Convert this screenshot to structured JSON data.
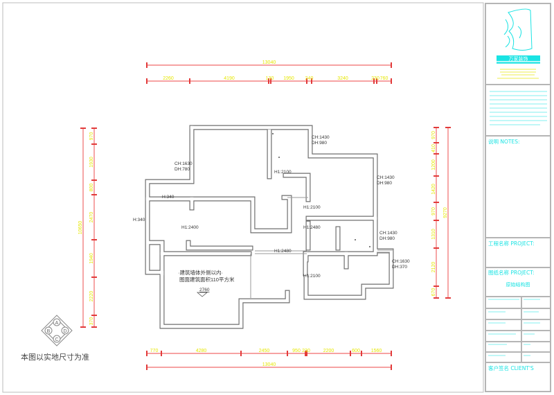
{
  "dimensions": {
    "top_total": "13040",
    "top": [
      "2260",
      "4190",
      "130",
      "1950",
      "240",
      "3240",
      "230",
      "760"
    ],
    "bottom": [
      "770",
      "4280",
      "2450",
      "950",
      "230",
      "2200",
      "600",
      "1560"
    ],
    "bottom_total": "13040",
    "left": [
      "970",
      "1930",
      "800",
      "2470",
      "1940",
      "2220",
      "370"
    ],
    "left_total": "10650",
    "right": [
      "970",
      "410",
      "1200",
      "1420",
      "970",
      "1310",
      "2120",
      "670"
    ],
    "right_total": "9270"
  },
  "labels": {
    "window_1": [
      "CH:1430",
      "DH:980"
    ],
    "window_2": [
      "CH:1630",
      "DH:780"
    ],
    "window_3": [
      "CH:1430",
      "DH:980"
    ],
    "window_4": [
      "CH:1430",
      "DH:980"
    ],
    "window_5": [
      "CH:1630",
      "DH:370"
    ],
    "h_2100_a": "H1:2100",
    "h_2100_b": "H1:2100",
    "h_2100_c": "H1:2100",
    "h_2400": "H1:2400",
    "h_2480_a": "H1:2480",
    "h_2480_b": "H1:2480",
    "h_340_a": "H:340",
    "h_340_b": "H:340",
    "note_line1": "·建筑墙体外侧以内·",
    "note_line2": "图面建筑面积110平方米",
    "elevation": "2760"
  },
  "compass": {
    "a": "A",
    "b": "B",
    "c": "C",
    "d": "D"
  },
  "footer_note": "本图以实地尺寸为准",
  "title_block": {
    "logo_text": "万家装饰",
    "notes_label": "说明 NOTES:",
    "project_label": "工程名称 PROJECT:",
    "drawing_label": "图纸名称 PROJECT:",
    "drawing_name": "原始结构图",
    "client_label": "客户签名 CLIENT'S"
  },
  "colors": {
    "dimension": "#f06a6a",
    "dimension_text": "#e6e600",
    "title_block_text": "#19e3e3",
    "wall": "#6e6e6e"
  }
}
